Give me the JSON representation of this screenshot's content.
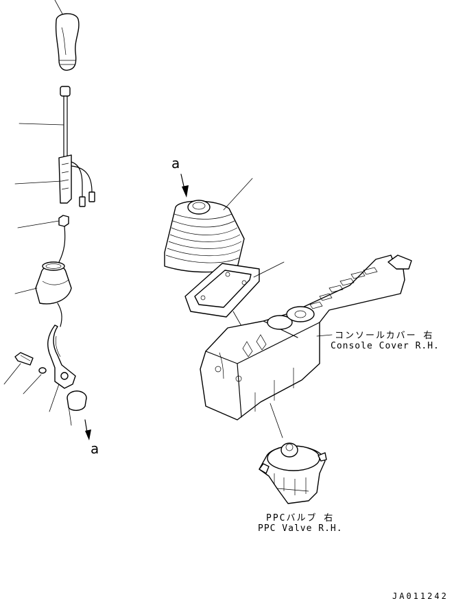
{
  "reference_labels": {
    "top_arrow": "a",
    "bottom_arrow": "a"
  },
  "callouts": {
    "console_cover": {
      "jp": "コンソールカバー 右",
      "en": "Console Cover R.H."
    },
    "ppc_valve": {
      "jp": "PPCバルブ 右",
      "en": "PPC Valve R.H."
    }
  },
  "drawing_id": "JA011242"
}
